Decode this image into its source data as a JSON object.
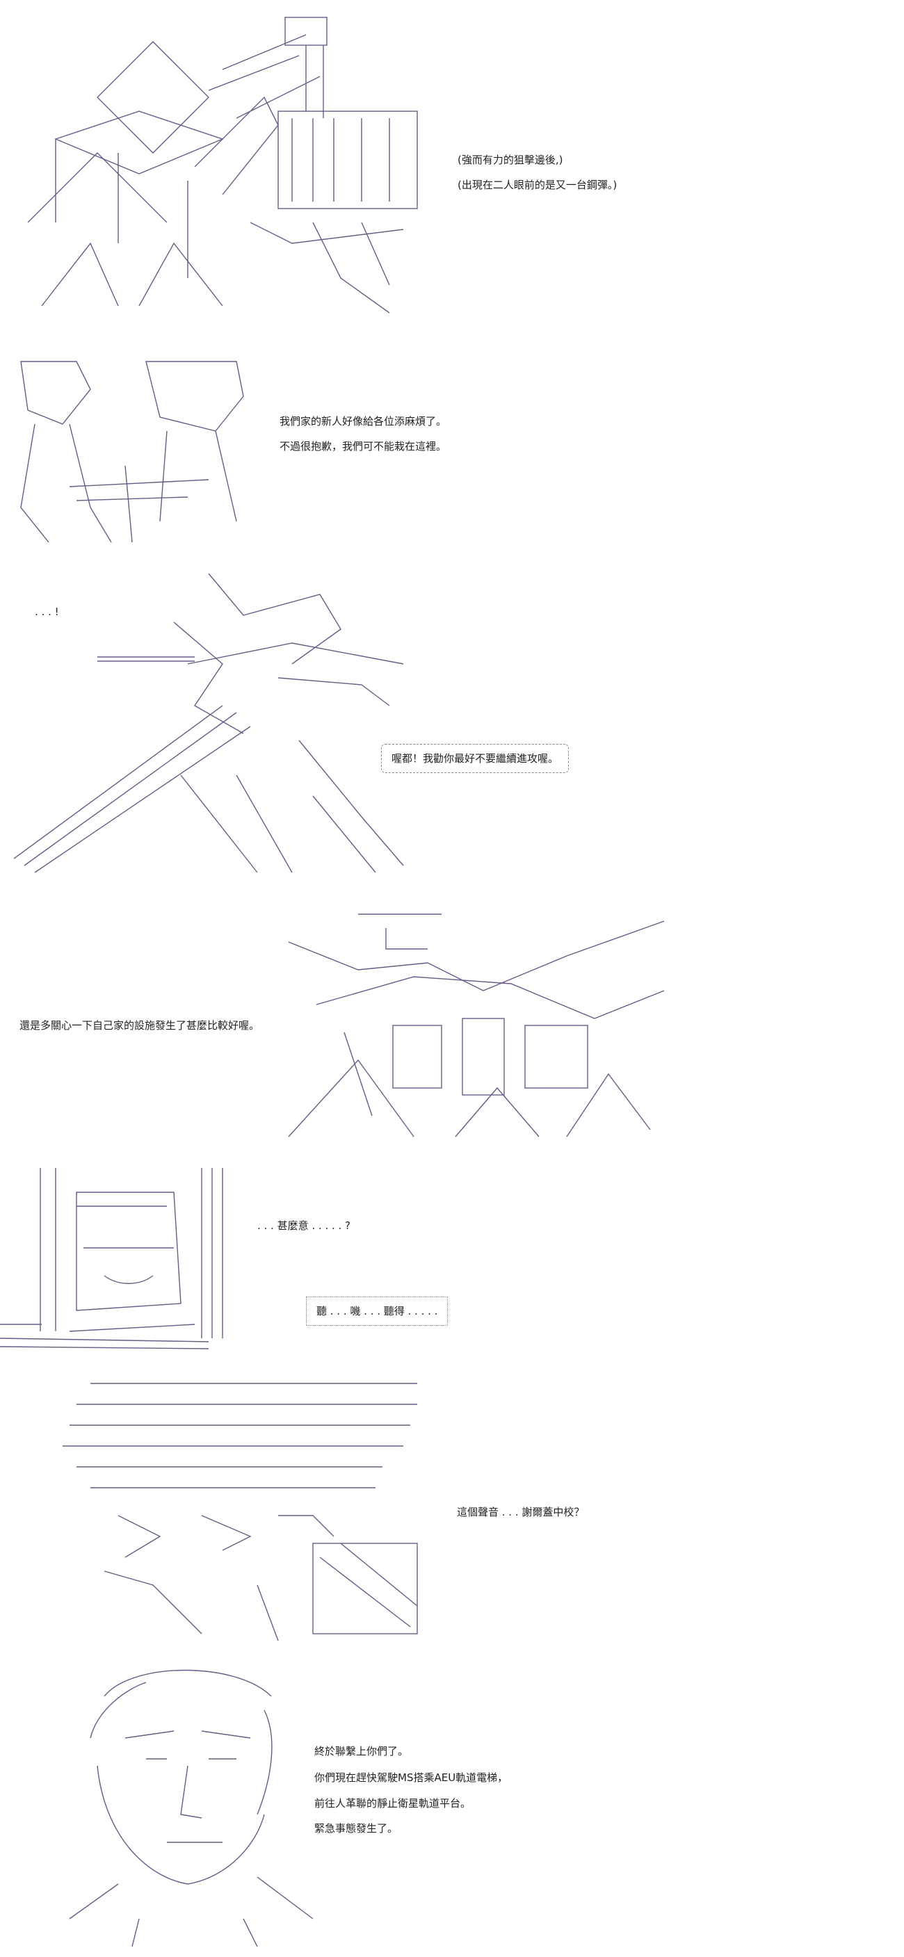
{
  "colors": {
    "art_lines": "#6a5a88",
    "art_fill": "#9c8fb4",
    "text": "#222222",
    "background": "#ffffff"
  },
  "panels": [
    {
      "id": "panel-1",
      "dialogue": [
        "(強而有力的狙擊邊後,)",
        "(出現在二人眼前的是又一台鋼彈。)"
      ]
    },
    {
      "id": "panel-2",
      "dialogue": [
        "我們家的新人好像給各位添麻煩了。",
        "不過很抱歉，我們可不能栽在這裡。"
      ]
    },
    {
      "id": "panel-3",
      "ellipsis": ". . . !",
      "bubble": "喔都！我勸你最好不要繼續進攻喔。"
    },
    {
      "id": "panel-4",
      "dialogue": [
        "還是多關心一下自己家的設施發生了甚麼比較好喔。"
      ]
    },
    {
      "id": "panel-5",
      "question": ". . . 甚麼意 . . . . . ?",
      "bubble": "聽 . . . 嘰 . . . 聽得 . . . . ."
    },
    {
      "id": "panel-6",
      "dialogue": [
        "這個聲音 . . . 謝爾蓋中校？"
      ]
    },
    {
      "id": "panel-7",
      "dialogue": [
        "終於聯繫上你們了。",
        "你們現在趕快駕駛MS搭乘AEU軌道電梯，",
        "前往人革聯的靜止衛星軌道平台。",
        "緊急事態發生了。"
      ]
    }
  ]
}
